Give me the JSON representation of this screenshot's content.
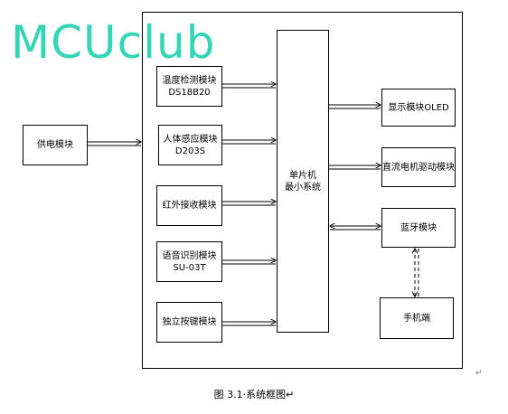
{
  "watermark": "MCUclub",
  "power_module": "供电模块",
  "temperature_module": {
    "line1": "温度检测模块",
    "line2": "DS18B20"
  },
  "human_sensor_module": {
    "line1": "人体感应模块",
    "line2": "D203S"
  },
  "infrared_module": "红外接收模块",
  "voice_module": {
    "line1": "语音识别模块",
    "line2": "SU-03T"
  },
  "key_module": "独立按键模块",
  "mcu": {
    "line1": "单片机",
    "line2": "最小系统"
  },
  "display_module": "显示模块OLED",
  "motor_module": "直流电机驱动模块",
  "bluetooth_module": "蓝牙模块",
  "phone": "手机端",
  "caption": "图 3.1·系统框图↵",
  "return_mark": "↵"
}
